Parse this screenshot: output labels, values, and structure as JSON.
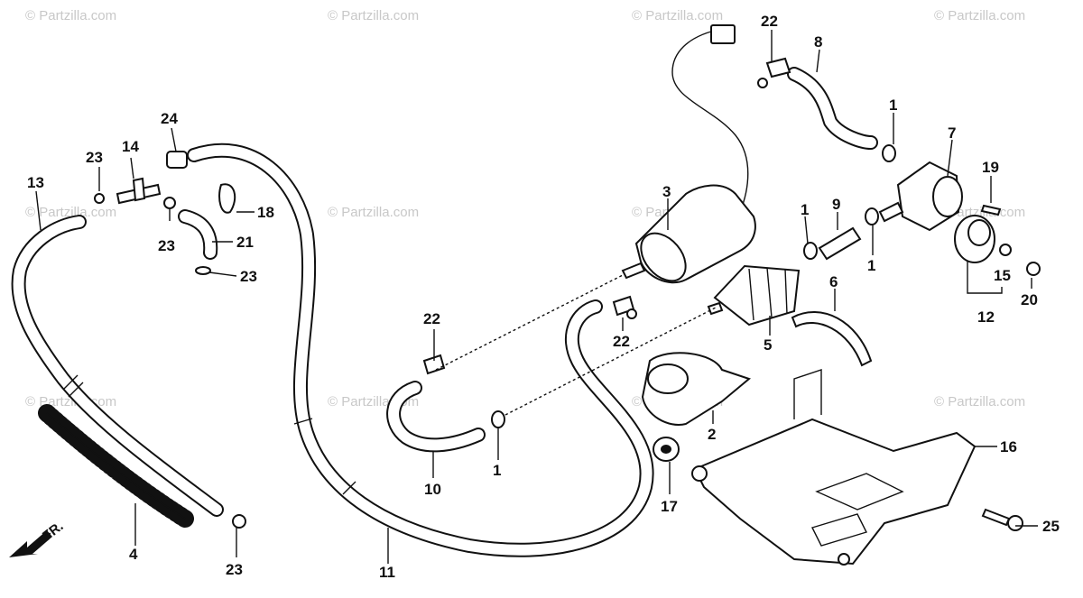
{
  "watermark": "© Partzilla.com",
  "direction_label": "FR.",
  "callouts": [
    {
      "id": "c1a",
      "text": "1"
    },
    {
      "id": "c1b",
      "text": "1"
    },
    {
      "id": "c1c",
      "text": "1"
    },
    {
      "id": "c1d",
      "text": "1"
    },
    {
      "id": "c2",
      "text": "2"
    },
    {
      "id": "c3",
      "text": "3"
    },
    {
      "id": "c4",
      "text": "4"
    },
    {
      "id": "c5",
      "text": "5"
    },
    {
      "id": "c6",
      "text": "6"
    },
    {
      "id": "c7",
      "text": "7"
    },
    {
      "id": "c8",
      "text": "8"
    },
    {
      "id": "c9",
      "text": "9"
    },
    {
      "id": "c10",
      "text": "10"
    },
    {
      "id": "c11",
      "text": "11"
    },
    {
      "id": "c12",
      "text": "12"
    },
    {
      "id": "c13",
      "text": "13"
    },
    {
      "id": "c14",
      "text": "14"
    },
    {
      "id": "c15",
      "text": "15"
    },
    {
      "id": "c16",
      "text": "16"
    },
    {
      "id": "c17",
      "text": "17"
    },
    {
      "id": "c18",
      "text": "18"
    },
    {
      "id": "c19",
      "text": "19"
    },
    {
      "id": "c20",
      "text": "20"
    },
    {
      "id": "c21",
      "text": "21"
    },
    {
      "id": "c22a",
      "text": "22"
    },
    {
      "id": "c22b",
      "text": "22"
    },
    {
      "id": "c22c",
      "text": "22"
    },
    {
      "id": "c23a",
      "text": "23"
    },
    {
      "id": "c23b",
      "text": "23"
    },
    {
      "id": "c23c",
      "text": "23"
    },
    {
      "id": "c23d",
      "text": "23"
    },
    {
      "id": "c24",
      "text": "24"
    },
    {
      "id": "c25",
      "text": "25"
    }
  ]
}
